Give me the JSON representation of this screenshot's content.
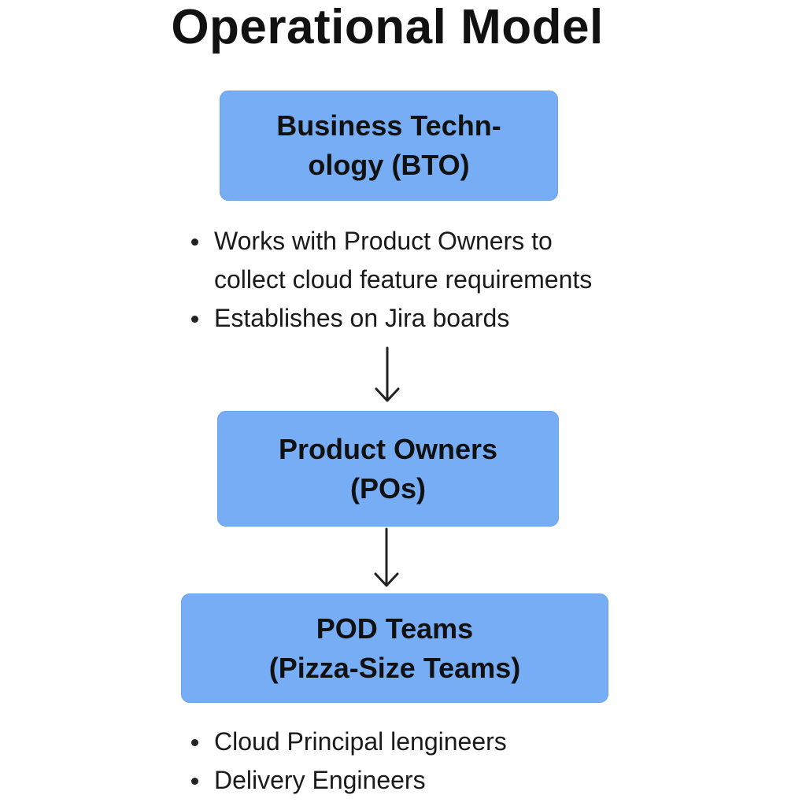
{
  "title": "Operational Model",
  "nodes": [
    {
      "id": "bto",
      "lines": [
        "Business Techn-",
        "ology (BTO)"
      ]
    },
    {
      "id": "pos",
      "lines": [
        "Product Owners",
        "(POs)"
      ]
    },
    {
      "id": "pod",
      "lines": [
        "POD Teams",
        "(Pizza-Size Teams)"
      ]
    }
  ],
  "bto_bullets": [
    {
      "lines": [
        "Works with Product Owners to",
        "collect cloud feature requirements"
      ]
    },
    {
      "lines": [
        "Establishes on Jira boards"
      ]
    }
  ],
  "pod_bullets": [
    {
      "lines": [
        "Cloud Principal lengineers"
      ]
    },
    {
      "lines": [
        "Delivery Engineers"
      ]
    }
  ],
  "colors": {
    "box_fill": "#76adf4",
    "box_border": "#6aa2ec",
    "text": "#111111",
    "arrow": "#222222"
  }
}
